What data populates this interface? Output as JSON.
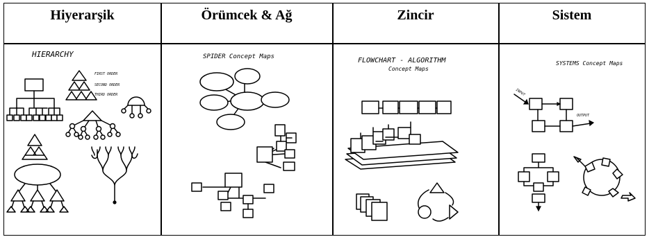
{
  "columns": [
    {
      "header": "Hiyerarşik",
      "caption": "HIERARCHY",
      "notes": [
        "FIRST ORDER",
        "SECOND ORDER",
        "THIRD ORDER"
      ]
    },
    {
      "header": "Örümcek & Ağ",
      "caption": "SPIDER  Concept Maps"
    },
    {
      "header": "Zincir",
      "caption_line1": "FLOWCHART - ALGORITHM",
      "caption_line2": "Concept Maps"
    },
    {
      "header": "Sistem",
      "caption": "SYSTEMS  Concept Maps",
      "labels": [
        "INPUT",
        "OUTPUT"
      ]
    }
  ]
}
